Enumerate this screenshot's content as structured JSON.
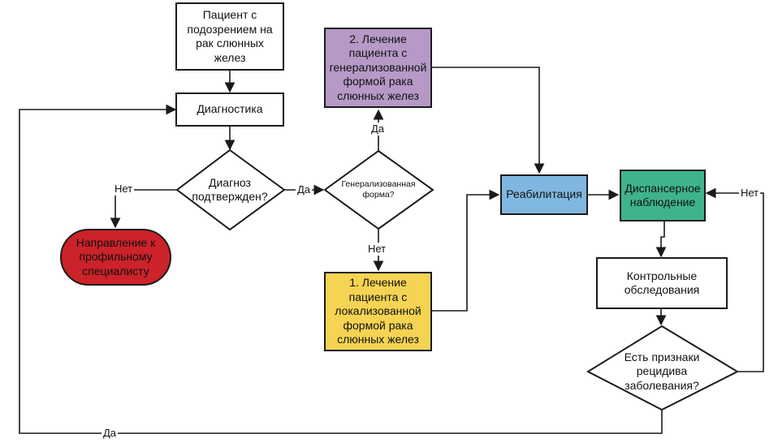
{
  "colors": {
    "stroke": "#1a1a1a",
    "red": "#cc2229",
    "purple": "#b699c7",
    "yellow": "#f5d353",
    "blue": "#7fb7e0",
    "teal": "#3fb38e"
  },
  "nodes": {
    "patient": "Пациент с\nподозрением на\nрак слюнных\nжелез",
    "diagnostics": "Диагностика",
    "diagnosis_confirmed": "Диагноз\nподтвержден?",
    "generalized_question": "Генерализованная\nформа?",
    "referral": "Направление к\nпрофильному\nспециалисту",
    "treatment_generalized": "2. Лечение\nпациента с\nгенерализованной\nформой рака\nслюнных желез",
    "treatment_localized": "1. Лечение\nпациента с\nлокализованной\nформой рака\nслюнных желез",
    "rehabilitation": "Реабилитация",
    "dispensary": "Диспансерное\nнаблюдение",
    "control_exams": "Контрольные\nобследования",
    "relapse_question": "Есть признаки\nрецидива\nзаболевания?"
  },
  "edges": {
    "no_to_referral": "Нет",
    "yes_to_generalized": "Да",
    "yes_to_treatment2": "Да",
    "no_to_treatment1": "Нет",
    "no_relapse": "Нет",
    "yes_relapse": "Да"
  }
}
